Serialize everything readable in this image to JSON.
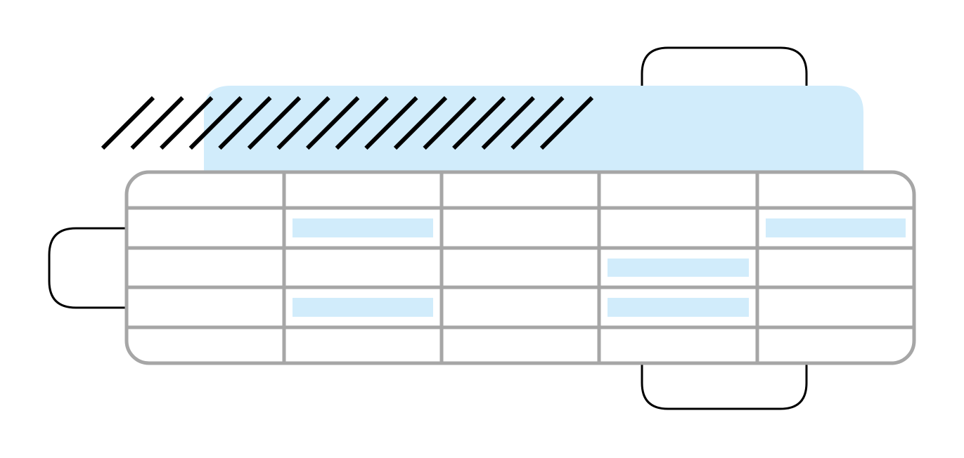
{
  "diagram": {
    "colors": {
      "background": "#ffffff",
      "highlight": "#d1ecfb",
      "grid_line": "#a6a6a6",
      "outline": "#000000",
      "hatch": "#000000"
    },
    "table": {
      "rows": 5,
      "columns": 5,
      "highlighted_cells": [
        {
          "row": 1,
          "col": 1
        },
        {
          "row": 1,
          "col": 4
        },
        {
          "row": 2,
          "col": 3
        },
        {
          "row": 3,
          "col": 1
        },
        {
          "row": 3,
          "col": 3
        }
      ]
    },
    "hatch_stroke_count": 16
  }
}
